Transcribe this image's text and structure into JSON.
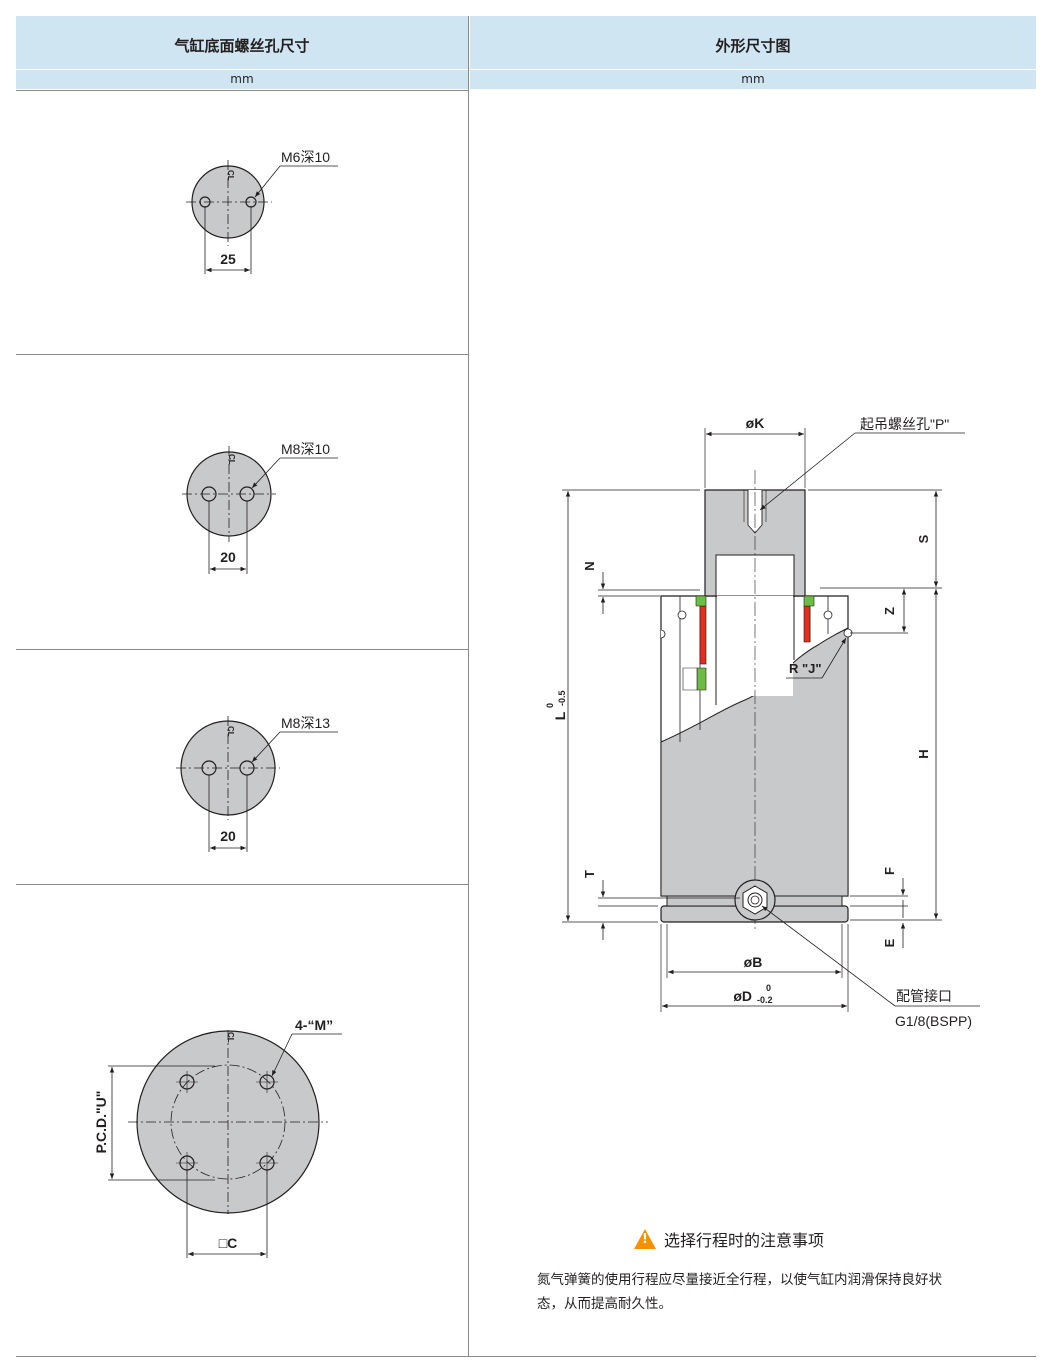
{
  "header": {
    "left_title": "气缸底面螺丝孔尺寸",
    "left_unit": "mm",
    "right_title": "外形尺寸图",
    "right_unit": "mm"
  },
  "bottom_views": [
    {
      "thread": "M6深10",
      "spacing": "25",
      "center_mark": "CL"
    },
    {
      "thread": "M8深10",
      "spacing": "20",
      "center_mark": "CL"
    },
    {
      "thread": "M8深13",
      "spacing": "20",
      "center_mark": "CL"
    },
    {
      "thread": "4-“M”",
      "pcd": "P.C.D.\"U\"",
      "square": "□C",
      "center_mark": "CL"
    }
  ],
  "outline": {
    "dim_k": "øK",
    "lift_hole": "起吊螺丝孔\"P\"",
    "dim_s": "S",
    "dim_n": "N",
    "dim_z": "Z",
    "dim_r": "R \"J\"",
    "dim_l": "L",
    "dim_l_tol_upper": "0",
    "dim_l_tol_lower": "-0.5",
    "dim_h": "H",
    "dim_t": "T",
    "dim_f": "F",
    "dim_e": "E",
    "dim_b": "øB",
    "dim_d": "øD",
    "dim_d_tol_upper": "0",
    "dim_d_tol_lower": "-0.2",
    "port_label": "配管接口",
    "port_spec": "G1/8(BSPP)",
    "seal_color": "#e0301e",
    "ring_color": "#6dbd45",
    "body_color": "#c8c9ca"
  },
  "note": {
    "title": "选择行程时的注意事项",
    "body": "氮气弹簧的使用行程应尽量接近全行程，以使气缸内润滑保持良好状态，从而提高耐久性。",
    "icon": "warning-icon"
  }
}
